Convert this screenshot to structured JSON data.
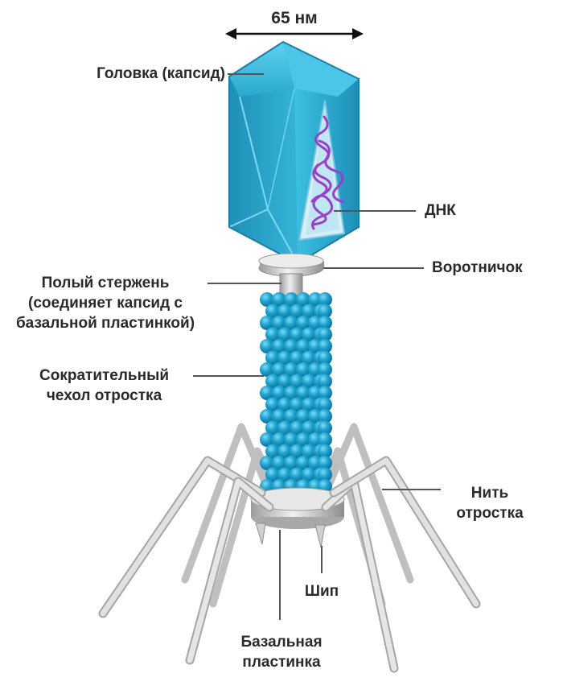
{
  "dimension": {
    "text": "65 нм"
  },
  "labels": {
    "head": "Головка (капсид)",
    "dna": "ДНК",
    "collar": "Воротничок",
    "tube": [
      "Полый стержень",
      "(соединяет капсид с",
      "базальной пластинкой)"
    ],
    "sheath": [
      "Сократительный",
      "чехол отростка"
    ],
    "fiber": [
      "Нить",
      "отростка"
    ],
    "spike": "Шип",
    "baseplate": [
      "Базальная",
      "пластинка"
    ]
  },
  "colors": {
    "capsid": "#2aa9cf",
    "sheath_bead": "#1f9fcc",
    "dna": "#9b3fc9",
    "collar": "#cfcfcf",
    "fibers": "#d2d2d2",
    "leader": "#555555",
    "text": "#2a2a2a"
  }
}
